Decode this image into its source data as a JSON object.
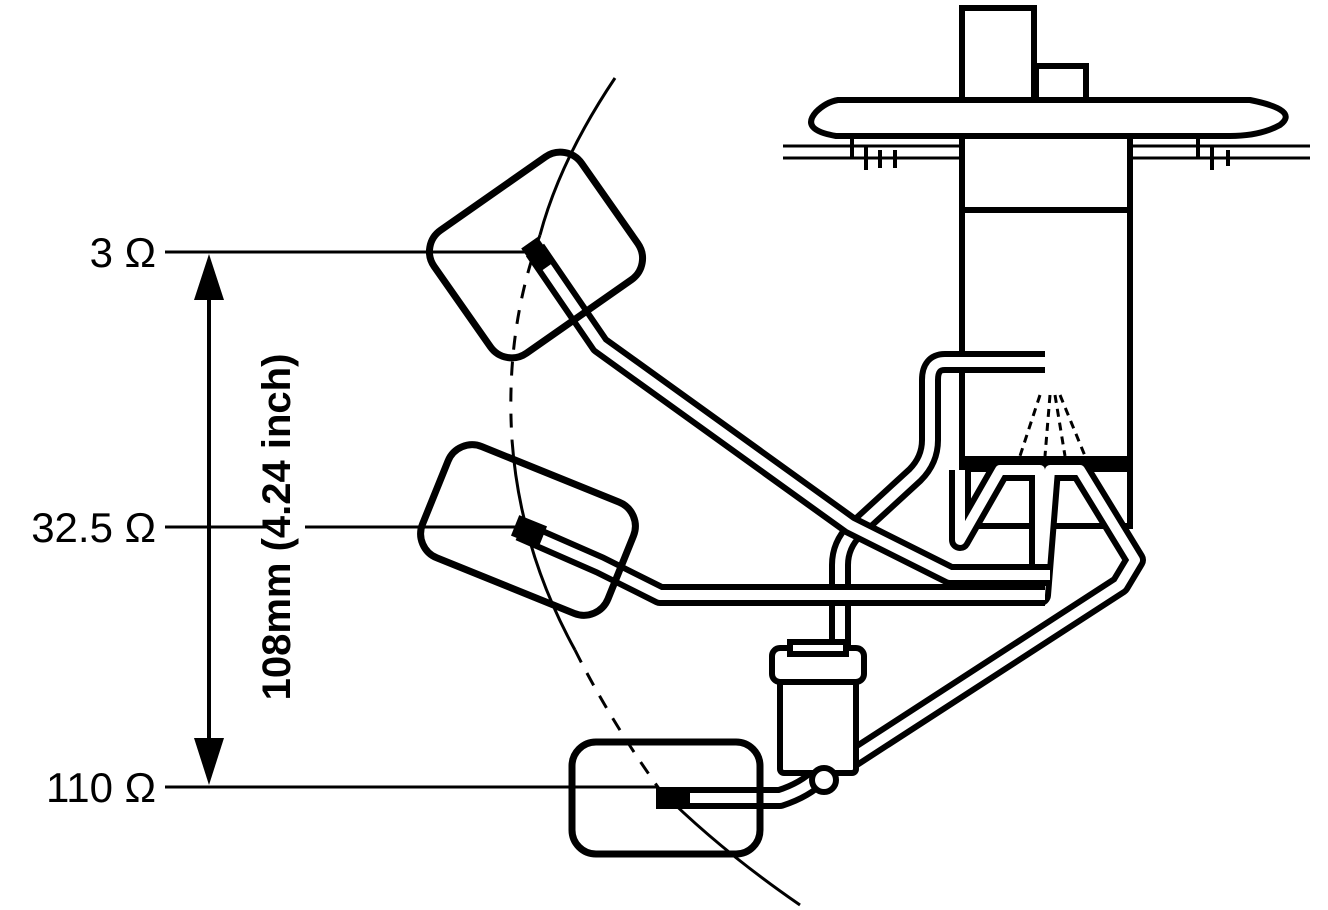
{
  "diagram": {
    "labels": {
      "top": "3 Ω",
      "middle": "32.5 Ω",
      "bottom": "110 Ω"
    },
    "dimension": "108mm (4.24 inch)",
    "colors": {
      "ink": "#000000",
      "background": "#ffffff"
    }
  }
}
